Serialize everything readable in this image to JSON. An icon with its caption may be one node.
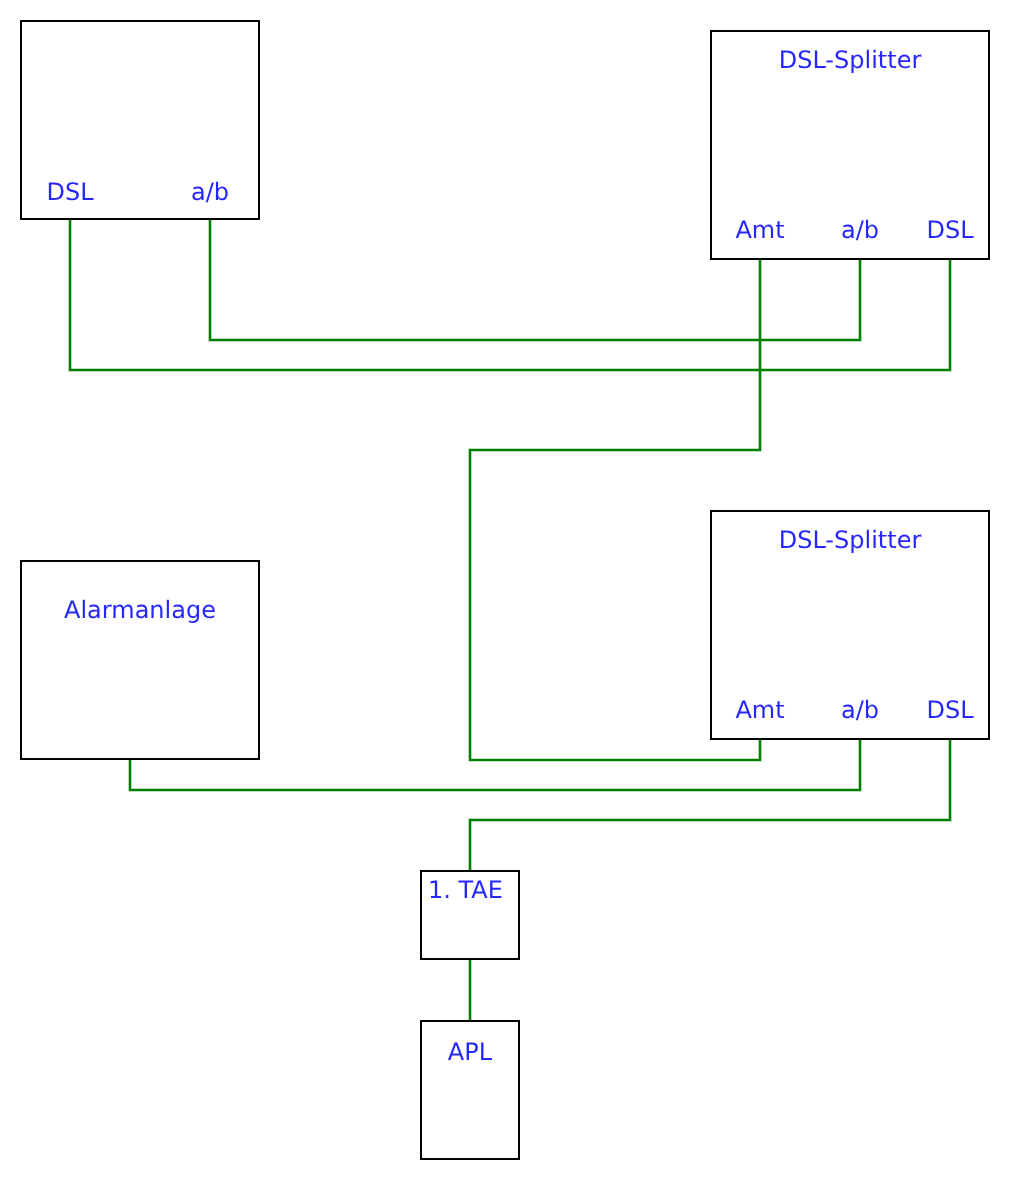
{
  "diagram": {
    "nodes": [
      {
        "text": [],
        "shape": "box"
      },
      {
        "text": [
          "DSL"
        ],
        "in": 0
      },
      {
        "text": [
          "a/b"
        ],
        "in": 0
      },
      {
        "text": [
          "DSL-Splitter"
        ]
      },
      {
        "text": [
          "Amt"
        ],
        "in": 3
      },
      {
        "text": [
          "a/b"
        ],
        "in": 3
      },
      {
        "text": [
          "DSL"
        ],
        "in": 3
      },
      {
        "text": [
          "Alarmanlage"
        ]
      },
      {
        "text": [
          "DSL-Splitter"
        ]
      },
      {
        "text": [
          "Amt"
        ],
        "in": 8
      },
      {
        "text": [
          "a/b"
        ],
        "in": 8
      },
      {
        "text": [
          "DSL"
        ],
        "in": 8
      },
      {
        "text": [
          "1. TAE"
        ]
      },
      {
        "text": [
          "APL"
        ]
      }
    ],
    "edges": [
      {
        "from": 1,
        "to": 6,
        "arrow": "none"
      },
      {
        "from": 2,
        "to": 5,
        "arrow": "none"
      },
      {
        "from": 4,
        "to": 9,
        "arrow": "none"
      },
      {
        "from": 7,
        "to": 10,
        "arrow": "none"
      },
      {
        "from": 11,
        "to": 12,
        "arrow": "none"
      },
      {
        "from": 12,
        "to": 13,
        "arrow": "none"
      }
    ]
  }
}
